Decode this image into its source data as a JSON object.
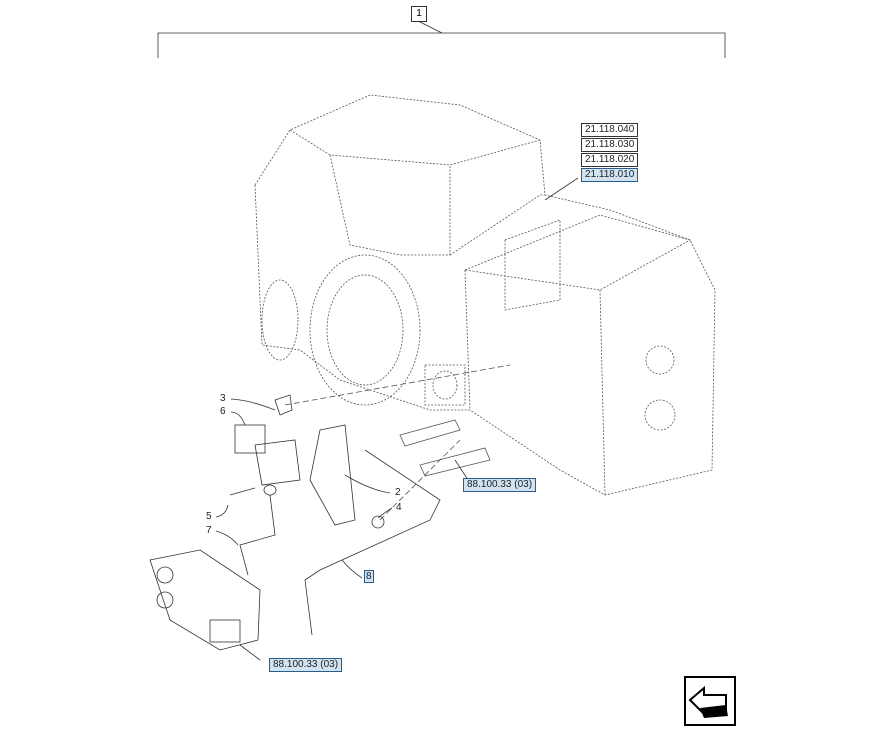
{
  "assembly_number": "1",
  "references": {
    "housing": [
      "21.118.040",
      "21.118.030",
      "21.118.020",
      "21.118.010"
    ],
    "pipe_ref": "88.100.33 (03)",
    "valve_ref": "88.100.33 (03)"
  },
  "callouts": [
    "3",
    "6",
    "5",
    "7",
    "2",
    "4",
    "8"
  ],
  "nav": {
    "icon": "arrow-left-icon"
  },
  "colors": {
    "highlight": "#cfe3f3"
  }
}
